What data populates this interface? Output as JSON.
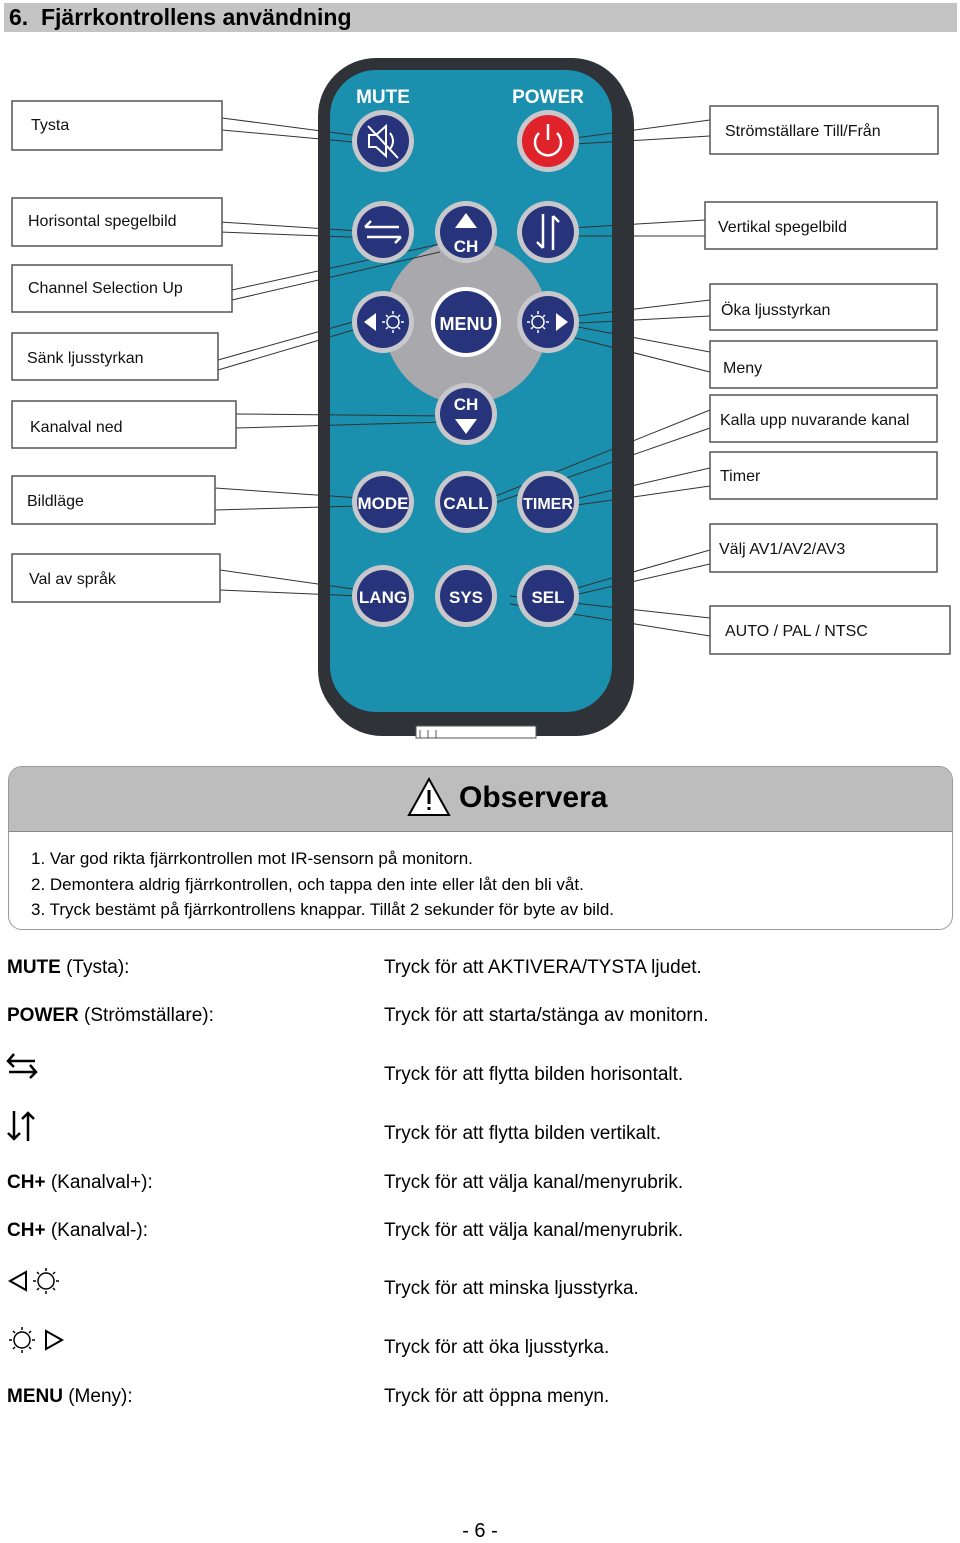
{
  "section": {
    "number": "6.",
    "title": "Fjärrkontrollens användning"
  },
  "remote": {
    "buttons": {
      "mute": "MUTE",
      "power": "POWER",
      "ch_up": "CH",
      "menu": "MENU",
      "ch_down": "CH",
      "mode": "MODE",
      "call": "CALL",
      "timer": "TIMER",
      "lang": "LANG",
      "sys": "SYS",
      "sel": "SEL"
    },
    "colors": {
      "body": "#1a8fae",
      "buttons": "#27337a",
      "power": "#e0232a",
      "dpad": "#a9a9ad"
    }
  },
  "callouts": {
    "left": [
      "Tysta",
      "Horisontal spegelbild",
      "Channel Selection Up",
      "Sänk ljusstyrkan",
      "Kanalval ned",
      "Bildläge",
      "Val av språk"
    ],
    "right": [
      "Strömställare Till/Från",
      "Vertikal spegelbild",
      "Öka ljusstyrkan",
      "Meny",
      "Kalla upp nuvarande kanal",
      "Timer",
      "Välj AV1/AV2/AV3",
      "AUTO / PAL / NTSC"
    ]
  },
  "note": {
    "title": "Observera",
    "items": [
      "1. Var god rikta fjärrkontrollen mot IR-sensorn på monitorn.",
      "2. Demontera aldrig fjärrkontrollen, och tappa den inte eller låt den bli våt.",
      "3. Tryck bestämt på fjärrkontrollens knappar. Tillåt 2 sekunder för byte av bild."
    ]
  },
  "descriptions": [
    {
      "key": "MUTE",
      "rest": " (Tysta):",
      "text": "Tryck för att AKTIVERA/TYSTA ljudet."
    },
    {
      "key": "POWER",
      "rest": " (Strömställare):",
      "text": "Tryck för att starta/stänga av monitorn."
    },
    {
      "icon": "horizontal-flip-icon",
      "text": "Tryck för att flytta bilden horisontalt."
    },
    {
      "icon": "vertical-flip-icon",
      "text": "Tryck för att flytta bilden vertikalt."
    },
    {
      "key": "CH+",
      "rest": " (Kanalval+):",
      "text": "Tryck för att välja kanal/menyrubrik."
    },
    {
      "key": "CH+",
      "rest": " (Kanalval-):",
      "text": "Tryck för att välja kanal/menyrubrik."
    },
    {
      "icon": "brightness-down-icon",
      "text": "Tryck för att minska ljusstyrka."
    },
    {
      "icon": "brightness-up-icon",
      "text": "Tryck för att öka ljusstyrka."
    },
    {
      "key": "MENU",
      "rest": " (Meny):",
      "text": "Tryck för att öppna menyn."
    }
  ],
  "page_number": "- 6 -"
}
